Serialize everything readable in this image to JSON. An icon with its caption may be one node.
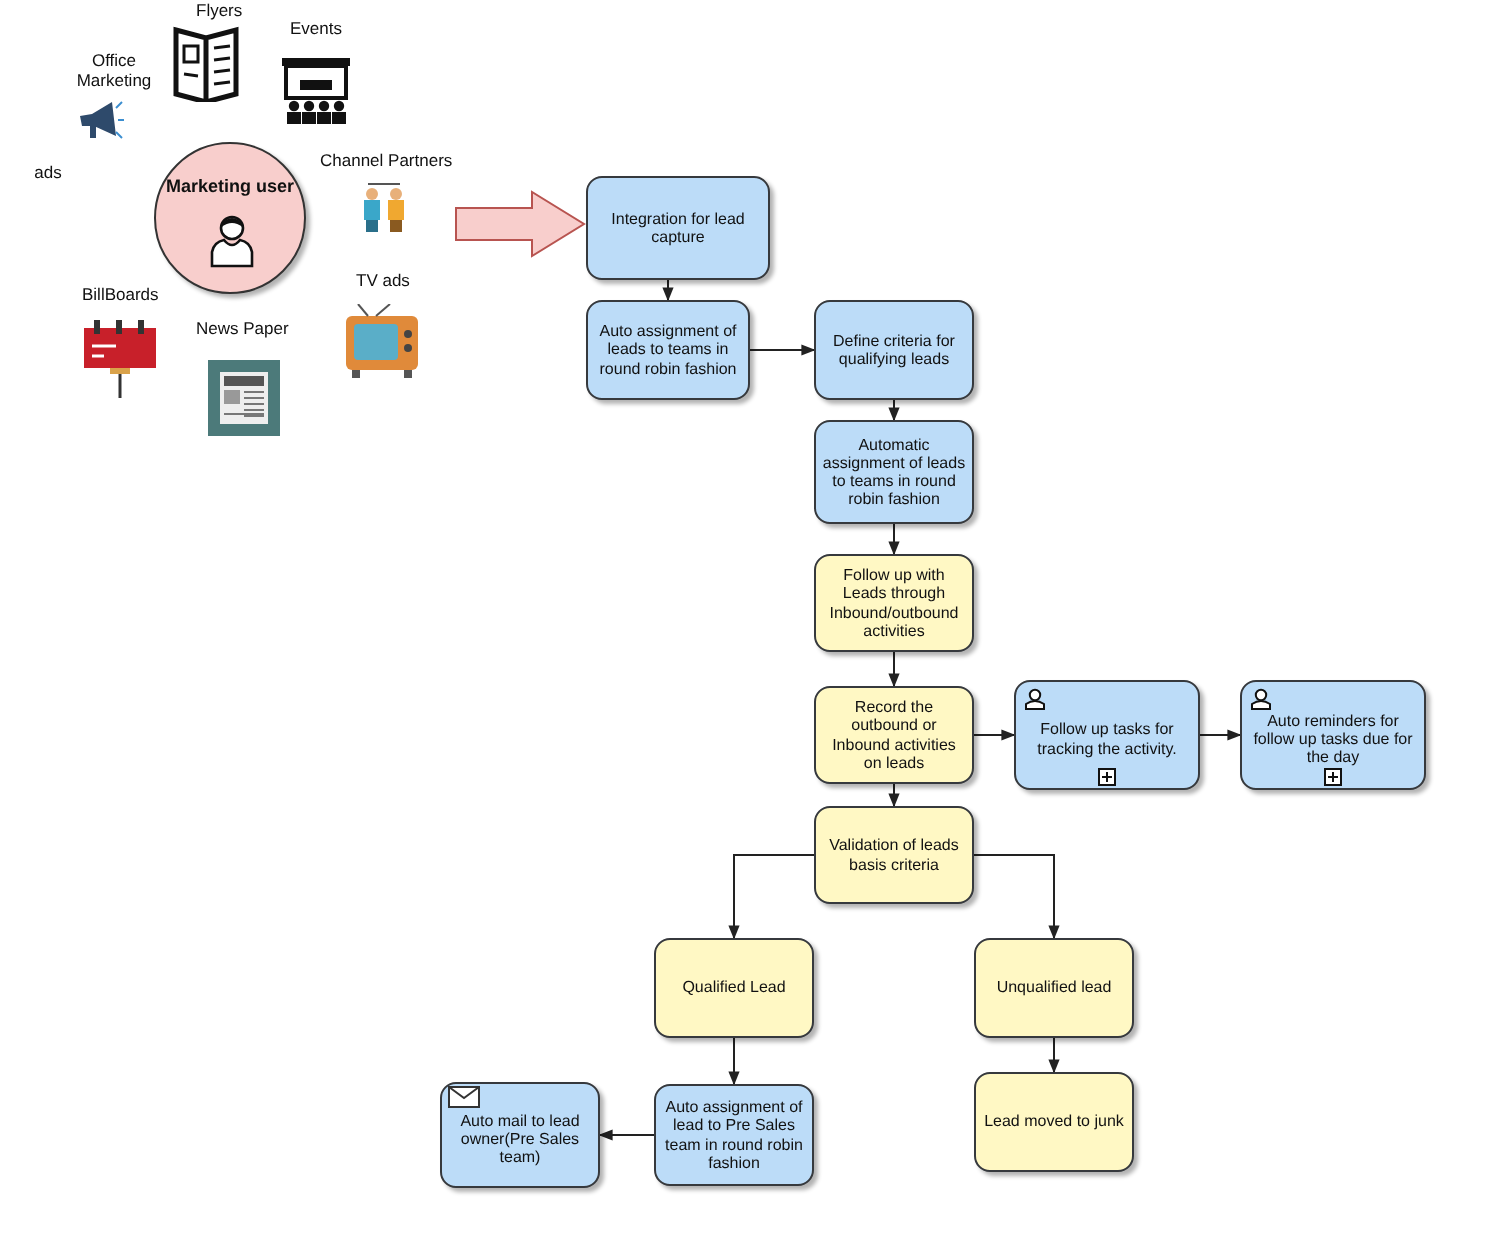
{
  "diagram": {
    "nodes": [
      {
        "text": [
          "Flyers"
        ]
      },
      {
        "text": [
          "Events"
        ]
      },
      {
        "text": [
          "Office Marketing"
        ]
      },
      {
        "text": [
          "Marketing user"
        ]
      },
      {
        "text": [
          "Channel Partners"
        ]
      },
      {
        "text": [
          "ads"
        ]
      },
      {
        "text": [
          "TV ads"
        ]
      },
      {
        "text": [
          "BillBoards"
        ]
      },
      {
        "text": [
          "News Paper"
        ]
      },
      {
        "text": [
          "Integration for lead capture"
        ]
      },
      {
        "text": [
          "Auto assignment of leads to teams in round robin fashion"
        ]
      },
      {
        "text": [
          "Define criteria for qualifying leads"
        ]
      },
      {
        "text": [
          "Automatic assignment of leads to teams in round robin fashion"
        ]
      },
      {
        "text": [
          "Follow up with Leads through Inbound/outbound activities"
        ]
      },
      {
        "text": [
          "Record the outbound or Inbound activities on leads"
        ]
      },
      {
        "text": [
          "Follow up tasks for tracking the activity."
        ]
      },
      {
        "text": [
          "Auto reminders for follow up tasks due for the day"
        ]
      },
      {
        "text": [
          "Validation of leads basis criteria"
        ]
      },
      {
        "text": [
          "Qualified Lead"
        ]
      },
      {
        "text": [
          "Unqualified lead"
        ]
      },
      {
        "text": [
          "Auto mail to lead owner(Pre Sales team)"
        ]
      },
      {
        "text": [
          "Auto assignment of lead to Pre Sales team in round robin fashion"
        ]
      },
      {
        "text": [
          "Lead moved to junk"
        ]
      }
    ],
    "edges": [
      {
        "from": null,
        "to": 9,
        "arrow": "to",
        "style": "thick",
        "color": "#f8cecc"
      },
      {
        "from": 9,
        "to": 10,
        "arrow": "to"
      },
      {
        "from": 10,
        "to": 11,
        "arrow": "to"
      },
      {
        "from": 11,
        "to": 12,
        "arrow": "to"
      },
      {
        "from": 12,
        "to": 13,
        "arrow": "to"
      },
      {
        "from": 13,
        "to": 14,
        "arrow": "to"
      },
      {
        "from": 14,
        "to": 15,
        "arrow": "to"
      },
      {
        "from": 15,
        "to": 16,
        "arrow": "to"
      },
      {
        "from": 14,
        "to": 17,
        "arrow": "to"
      },
      {
        "from": 17,
        "to": 18,
        "arrow": "to"
      },
      {
        "from": 17,
        "to": 19,
        "arrow": "to"
      },
      {
        "from": 18,
        "to": 21,
        "arrow": "to"
      },
      {
        "from": 19,
        "to": 22,
        "arrow": "to"
      },
      {
        "from": 21,
        "to": 20,
        "arrow": "to"
      }
    ]
  }
}
